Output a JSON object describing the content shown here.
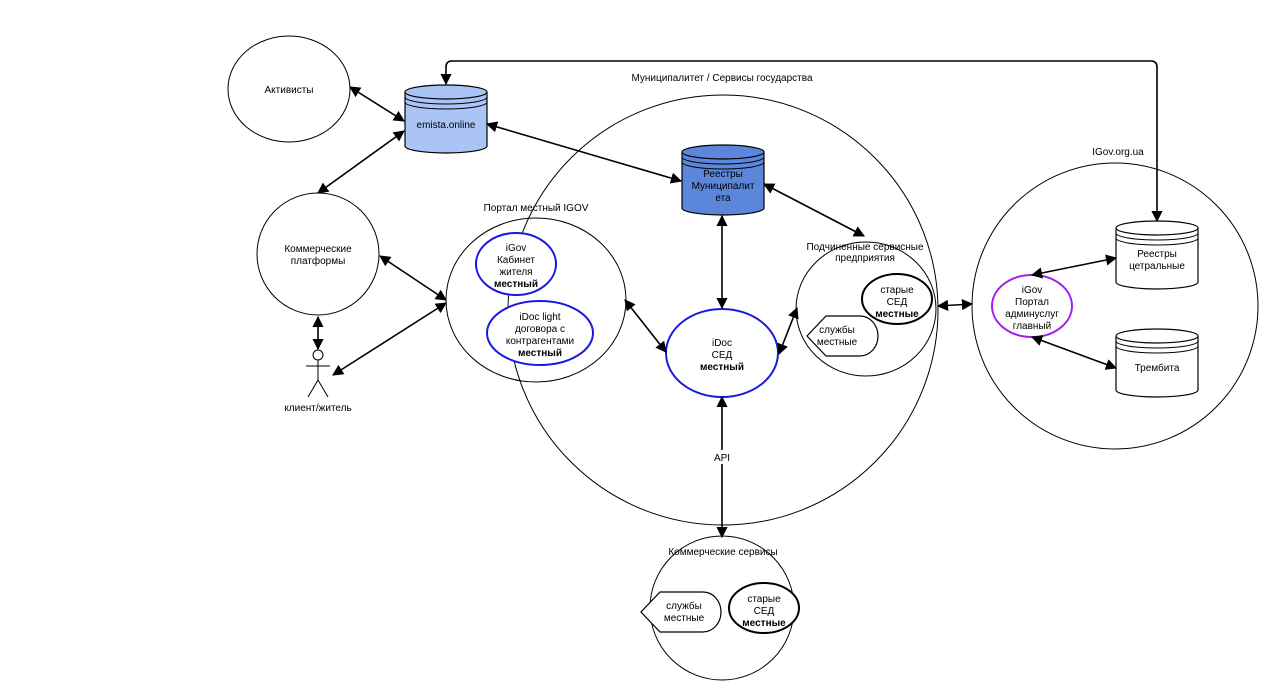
{
  "labels": {
    "municipality": "Муниципалитет / Сервисы государства",
    "igov_org": "IGov.org.ua",
    "portal_local": "Портал местный IGOV",
    "subordinate_line1": "Подчиненные сервисные",
    "subordinate_line2": "предприятия",
    "commercial_services": "Коммерческие сервисы",
    "api": "API"
  },
  "nodes": {
    "activists": "Активисты",
    "emista": "emista.online",
    "commercial_platforms": [
      "Коммерческие",
      "платформы"
    ],
    "citizen": "клиент/житель",
    "registries_muni": [
      "Реестры",
      "Муниципалит",
      "ета"
    ],
    "igov_cabinet": [
      "iGov",
      "Кабинет",
      "жителя"
    ],
    "igov_cabinet_bold": "местный",
    "idoc_light": [
      "iDoc light",
      "договора с",
      "контрагентами"
    ],
    "idoc_light_bold": "местный",
    "idoc_sed": [
      "iDoc",
      "СЕД"
    ],
    "idoc_sed_bold": "местный",
    "old_sed": [
      "старые",
      "СЕД"
    ],
    "old_sed_bold": "местные",
    "local_services": [
      "службы",
      "местные"
    ],
    "registries_central": [
      "Реестры",
      "цетральные"
    ],
    "trembita": "Трембита",
    "igov_portal_main": [
      "iGov",
      "Портал",
      "админуслуг",
      "главный"
    ],
    "comm_old_sed": [
      "старые",
      "СЕД"
    ],
    "comm_old_sed_bold": "местные",
    "comm_local_services": [
      "службы",
      "местные"
    ]
  },
  "colors": {
    "db_light": "#a9c4f5",
    "db_dark": "#5b86d9",
    "blue_border": "#1a1adb",
    "purple_border": "#a020f0"
  }
}
